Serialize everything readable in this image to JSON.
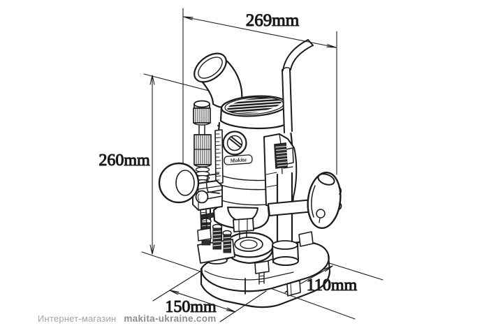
{
  "diagram": {
    "kind": "product-dimension-drawing",
    "device_label": "Makita",
    "dimensions": {
      "width": "269mm",
      "height": "260mm",
      "base_width": "150mm",
      "base_depth": "110mm"
    },
    "colors": {
      "line": "#1c1c1c",
      "background": "#ffffff",
      "watermark_text": "#a3a3a3",
      "watermark_site": "#8d8d8d"
    }
  },
  "watermark": {
    "shop": "Интернет-магазин",
    "site": "makita-ukraine.com"
  }
}
